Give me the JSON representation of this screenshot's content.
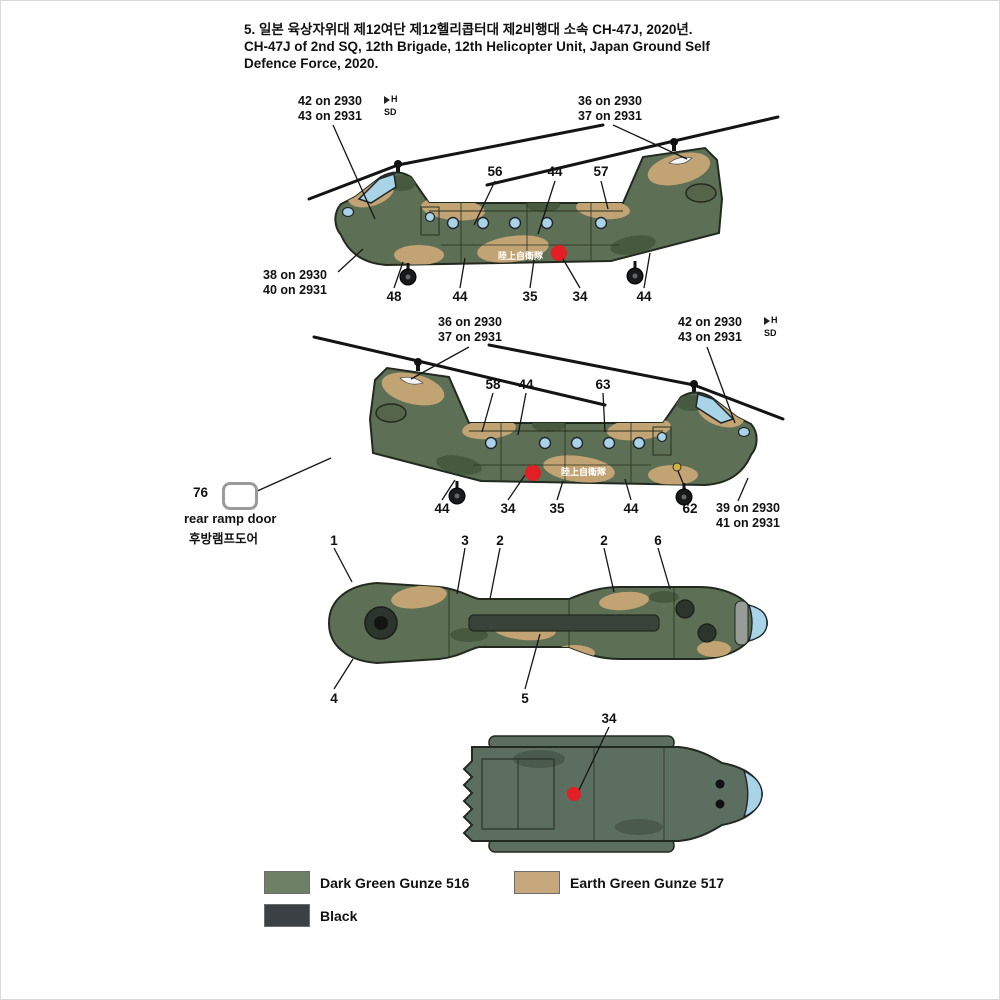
{
  "title": {
    "line1": "5. 일본 육상자위대 제12여단 제12헬리콥터대 제2비행대 소속 CH-47J, 2020년.",
    "line2": "CH-47J of 2nd SQ, 12th Brigade, 12th Helicopter Unit, Japan Ground Self",
    "line3": "Defence Force, 2020."
  },
  "side_view_1": {
    "callout_top_left": {
      "line1": "42 on 2930",
      "line2": "43 on 2931",
      "mark1": "H",
      "mark2": "SD"
    },
    "callout_top_right": {
      "line1": "36 on 2930",
      "line2": "37 on 2931"
    },
    "numbers_top": [
      "56",
      "44",
      "57"
    ],
    "callout_left": {
      "line1": "38 on 2930",
      "line2": "40 on 2931"
    },
    "numbers_bottom": [
      "48",
      "44",
      "35",
      "34",
      "44"
    ],
    "fuselage_text": "陸上自衛隊"
  },
  "side_view_2": {
    "callout_top_left": {
      "line1": "36 on 2930",
      "line2": "37 on 2931"
    },
    "callout_top_right": {
      "line1": "42 on 2930",
      "line2": "43 on 2931",
      "mark1": "H",
      "mark2": "SD"
    },
    "numbers_top": [
      "58",
      "44",
      "63"
    ],
    "numbers_bottom": [
      "44",
      "34",
      "35",
      "44",
      "62"
    ],
    "callout_right": {
      "line1": "39 on 2930",
      "line2": "41 on 2931"
    },
    "ramp_door": {
      "number": "76",
      "label": "rear ramp door",
      "label_kr": "후방램프도어"
    },
    "fuselage_text": "陸上自衛隊"
  },
  "top_view": {
    "numbers_top": [
      "1",
      "3",
      "2",
      "2",
      "6"
    ],
    "numbers_bottom": [
      "4",
      "5"
    ]
  },
  "bottom_view": {
    "number": "34"
  },
  "legend": {
    "items": [
      {
        "label": "Dark Green Gunze 516",
        "color": "#6e8066"
      },
      {
        "label": "Earth Green Gunze 517",
        "color": "#c6a87c"
      },
      {
        "label": "Black",
        "color": "#3c4145"
      }
    ]
  },
  "colors": {
    "heli_green": "#5d6f54",
    "heli_earth": "#c2a374",
    "window_blue": "#a9d3e6",
    "roundel_red": "#e31e24"
  }
}
